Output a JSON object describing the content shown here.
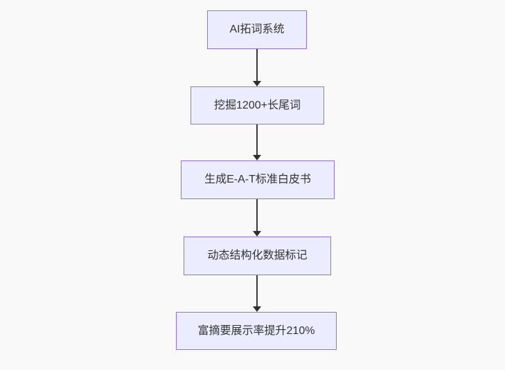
{
  "diagram": {
    "type": "flowchart",
    "direction": "top-down",
    "nodes": [
      {
        "label": "AI拓词系统"
      },
      {
        "label": "挖掘1200+长尾词"
      },
      {
        "label": "生成E-A-T标准白皮书"
      },
      {
        "label": "动态结构化数据标记"
      },
      {
        "label": "富摘要展示率提升210%"
      }
    ],
    "edges": [
      {
        "from": "AI拓词系统",
        "to": "挖掘1200+长尾词"
      },
      {
        "from": "挖掘1200+长尾词",
        "to": "生成E-A-T标准白皮书"
      },
      {
        "from": "生成E-A-T标准白皮书",
        "to": "动态结构化数据标记"
      },
      {
        "from": "动态结构化数据标记",
        "to": "富摘要展示率提升210%"
      }
    ],
    "colors": {
      "node_fill": "#ECECFF",
      "node_border": "#9370DB",
      "edge": "#383838",
      "text": "#333333",
      "background": "#f9f9f9"
    }
  }
}
